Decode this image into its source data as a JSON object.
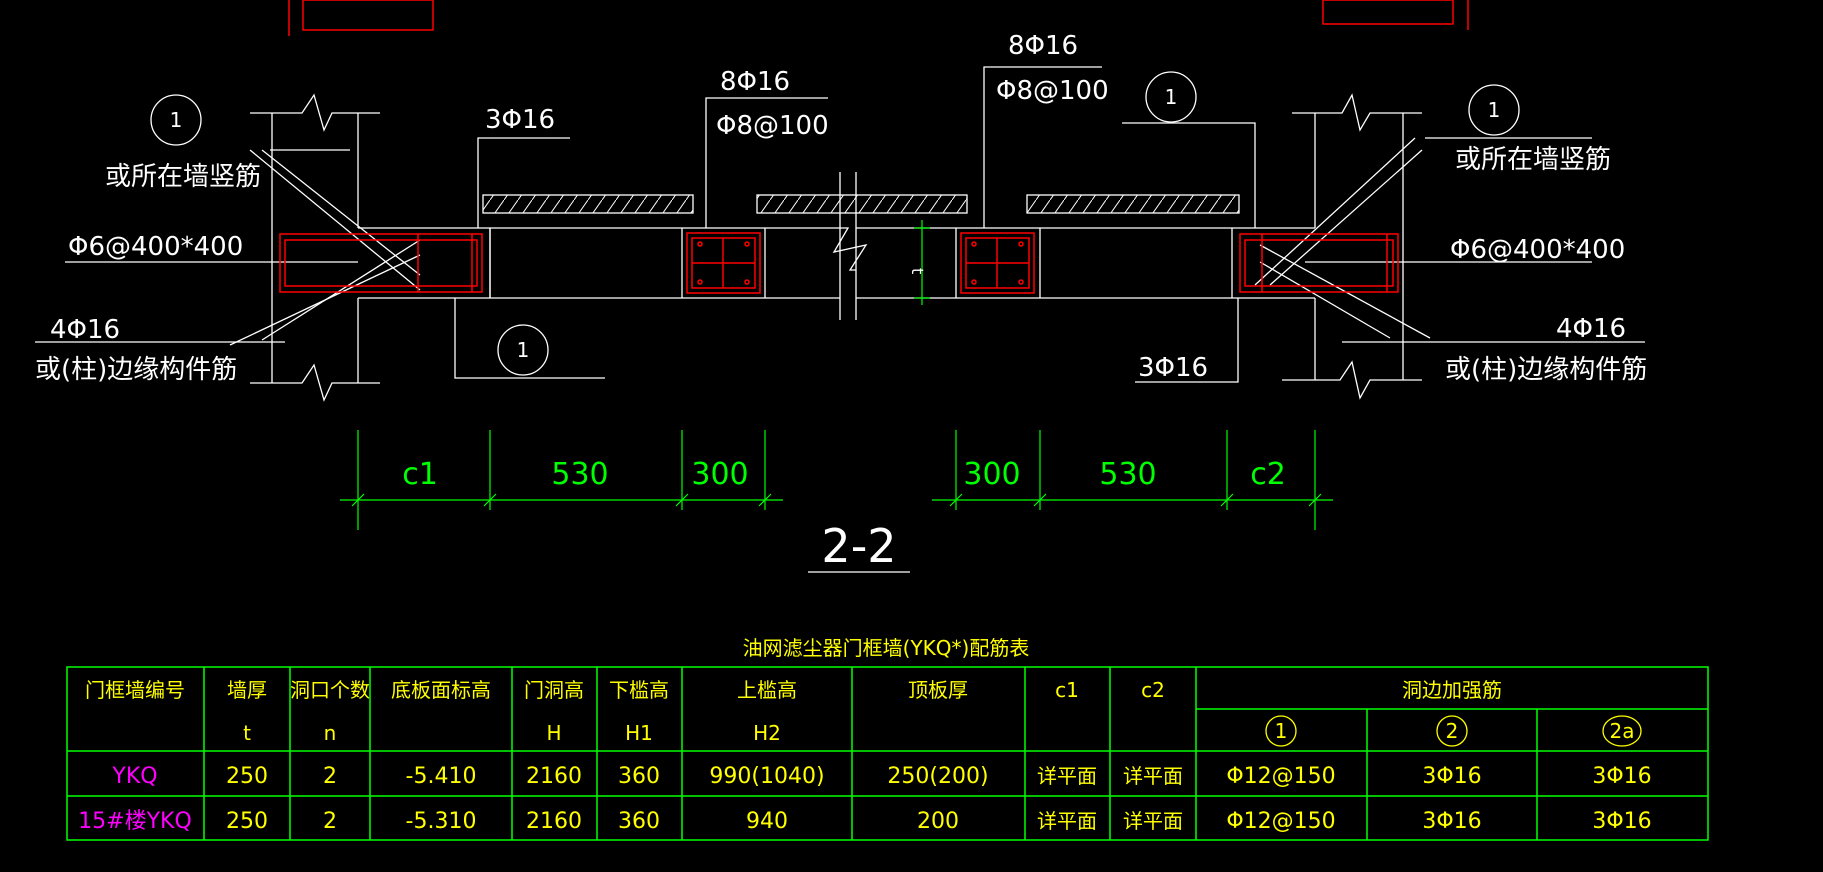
{
  "drawing": {
    "section_title": "2-2",
    "labels": {
      "top_left_bar": "3Φ16",
      "mid_left_bar": "8Φ16",
      "mid_left_stirrup": "Φ8@100",
      "mid_right_bar": "8Φ16",
      "mid_right_stirrup": "Φ8@100",
      "right_lower_bar": "3Φ16",
      "left_mesh": "Φ6@400*400",
      "right_mesh": "Φ6@400*400",
      "left_wall_note": "或所在墙竖筋",
      "right_wall_note": "或所在墙竖筋",
      "left_edge_bar": "4Φ16",
      "right_edge_bar": "4Φ16",
      "left_edge_note": "或(柱)边缘构件筋",
      "right_edge_note": "或(柱)边缘构件筋",
      "thickness": "t",
      "circle_mark": "1"
    },
    "dimensions": {
      "left": [
        "c1",
        "530",
        "300"
      ],
      "right": [
        "300",
        "530",
        "c2"
      ]
    }
  },
  "table": {
    "title": "油网滤尘器门框墙(YKQ*)配筋表",
    "headers": [
      "门框墙编号",
      "墙厚",
      "洞口个数",
      "底板面标高",
      "门洞高",
      "下槛高",
      "上槛高",
      "顶板厚",
      "c1",
      "c2",
      "洞边加强筋"
    ],
    "symbols": [
      "",
      "t",
      "n",
      "",
      "H",
      "H1",
      "H2",
      "",
      "",
      ""
    ],
    "sub_headers": [
      "1",
      "2",
      "2a"
    ],
    "rows": [
      [
        "YKQ",
        "250",
        "2",
        "-5.410",
        "2160",
        "360",
        "990(1040)",
        "250(200)",
        "详平面",
        "详平面",
        "Φ12@150",
        "3Φ16",
        "3Φ16"
      ],
      [
        "15#楼YKQ",
        "250",
        "2",
        "-5.310",
        "2160",
        "360",
        "940",
        "200",
        "详平面",
        "详平面",
        "Φ12@150",
        "3Φ16",
        "3Φ16"
      ]
    ]
  },
  "colors": {
    "background": "#000000",
    "linework": "#ffffff",
    "rebar": "#ff0000",
    "dimension": "#00ff00",
    "table_text": "#ffff00",
    "id_text": "#ff00ff"
  }
}
